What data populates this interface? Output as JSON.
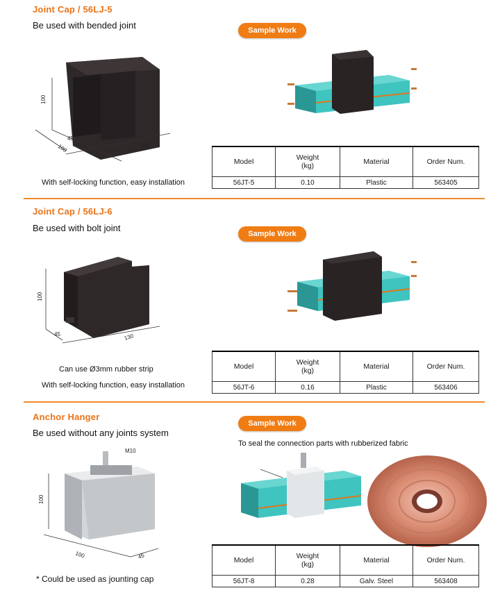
{
  "sections": [
    {
      "title": "Joint Cap / 56LJ-5",
      "subtitle": "Be used with bended joint",
      "badge": "Sample Work",
      "dims": [
        "100",
        "45",
        "100",
        "100"
      ],
      "captions": [
        "With self-locking function, easy installation"
      ],
      "table": {
        "headers": [
          "Model",
          "Weight\n(kg)",
          "Material",
          "Order Num."
        ],
        "row": [
          "56JT-5",
          "0.10",
          "Plastic",
          "563405"
        ]
      }
    },
    {
      "title": "Joint Cap / 56LJ-6",
      "subtitle": "Be used with bolt joint",
      "badge": "Sample Work",
      "dims": [
        "100",
        "45",
        "130"
      ],
      "captions": [
        "Can use Ø3mm rubber strip",
        "With self-locking function, easy installation"
      ],
      "table": {
        "headers": [
          "Model",
          "Weight\n(kg)",
          "Material",
          "Order Num."
        ],
        "row": [
          "56JT-6",
          "0.16",
          "Plastic",
          "563406"
        ]
      }
    },
    {
      "title": "Anchor Hanger",
      "subtitle": "Be used without any joints system",
      "badge": "Sample Work",
      "dims": [
        "M10",
        "100",
        "100",
        "45"
      ],
      "seal_caption": "To seal the connection parts with rubberized fabric",
      "note": "* Could be used as jounting cap",
      "table": {
        "headers": [
          "Model",
          "Weight\n(kg)",
          "Material",
          "Order Num."
        ],
        "row": [
          "56JT-8",
          "0.28",
          "Galv. Steel",
          "563408"
        ]
      }
    }
  ],
  "colors": {
    "accent": "#e8731a",
    "badge": "#f07c14",
    "teal": "#3fc4c0",
    "dark": "#2b2426",
    "copper": "#d98a70"
  }
}
